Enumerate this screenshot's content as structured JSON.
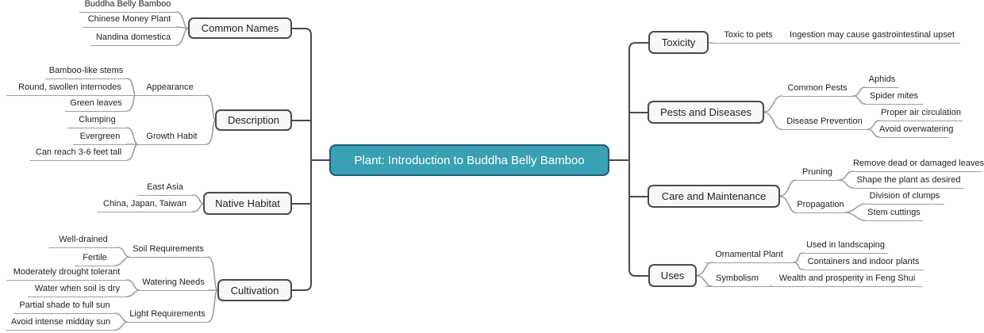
{
  "root": {
    "label": "Plant: Introduction to Buddha Belly Bamboo"
  },
  "colors": {
    "central_bg": "#3AA0B4",
    "central_border": "#1D5C77",
    "topic_bg": "#F8F8F8",
    "topic_border": "#4A4A4A",
    "branch_line": "#4A4A4A",
    "leaf_line": "#9E9E9E"
  },
  "left": [
    {
      "label": "Common Names",
      "children": [
        {
          "label": "Buddha Belly Bamboo"
        },
        {
          "label": "Chinese Money Plant"
        },
        {
          "label": "Nandina domestica"
        }
      ]
    },
    {
      "label": "Description",
      "children": [
        {
          "label": "Appearance",
          "children": [
            {
              "label": "Bamboo-like stems"
            },
            {
              "label": "Round, swollen internodes"
            },
            {
              "label": "Green leaves"
            }
          ]
        },
        {
          "label": "Growth Habit",
          "children": [
            {
              "label": "Clumping"
            },
            {
              "label": "Evergreen"
            },
            {
              "label": "Can reach 3-6 feet tall"
            }
          ]
        }
      ]
    },
    {
      "label": "Native Habitat",
      "children": [
        {
          "label": "East Asia"
        },
        {
          "label": "China, Japan, Taiwan"
        }
      ]
    },
    {
      "label": "Cultivation",
      "children": [
        {
          "label": "Soil Requirements",
          "children": [
            {
              "label": "Well-drained"
            },
            {
              "label": "Fertile"
            }
          ]
        },
        {
          "label": "Watering Needs",
          "children": [
            {
              "label": "Moderately drought tolerant"
            },
            {
              "label": "Water when soil is dry"
            }
          ]
        },
        {
          "label": "Light Requirements",
          "children": [
            {
              "label": "Partial shade to full sun"
            },
            {
              "label": "Avoid intense midday sun"
            }
          ]
        }
      ]
    }
  ],
  "right": [
    {
      "label": "Toxicity",
      "children": [
        {
          "label": "Toxic to pets",
          "children": [
            {
              "label": "Ingestion may cause gastrointestinal upset"
            }
          ]
        }
      ]
    },
    {
      "label": "Pests and Diseases",
      "children": [
        {
          "label": "Common Pests",
          "children": [
            {
              "label": "Aphids"
            },
            {
              "label": "Spider mites"
            }
          ]
        },
        {
          "label": "Disease Prevention",
          "children": [
            {
              "label": "Proper air circulation"
            },
            {
              "label": "Avoid overwatering"
            }
          ]
        }
      ]
    },
    {
      "label": "Care and Maintenance",
      "children": [
        {
          "label": "Pruning",
          "children": [
            {
              "label": "Remove dead or damaged leaves"
            },
            {
              "label": "Shape the plant as desired"
            }
          ]
        },
        {
          "label": "Propagation",
          "children": [
            {
              "label": "Division of clumps"
            },
            {
              "label": "Stem cuttings"
            }
          ]
        }
      ]
    },
    {
      "label": "Uses",
      "children": [
        {
          "label": "Ornamental Plant",
          "children": [
            {
              "label": "Used in landscaping"
            },
            {
              "label": "Containers and indoor plants"
            }
          ]
        },
        {
          "label": "Symbolism",
          "children": [
            {
              "label": "Wealth and prosperity in Feng Shui"
            }
          ]
        }
      ]
    }
  ]
}
